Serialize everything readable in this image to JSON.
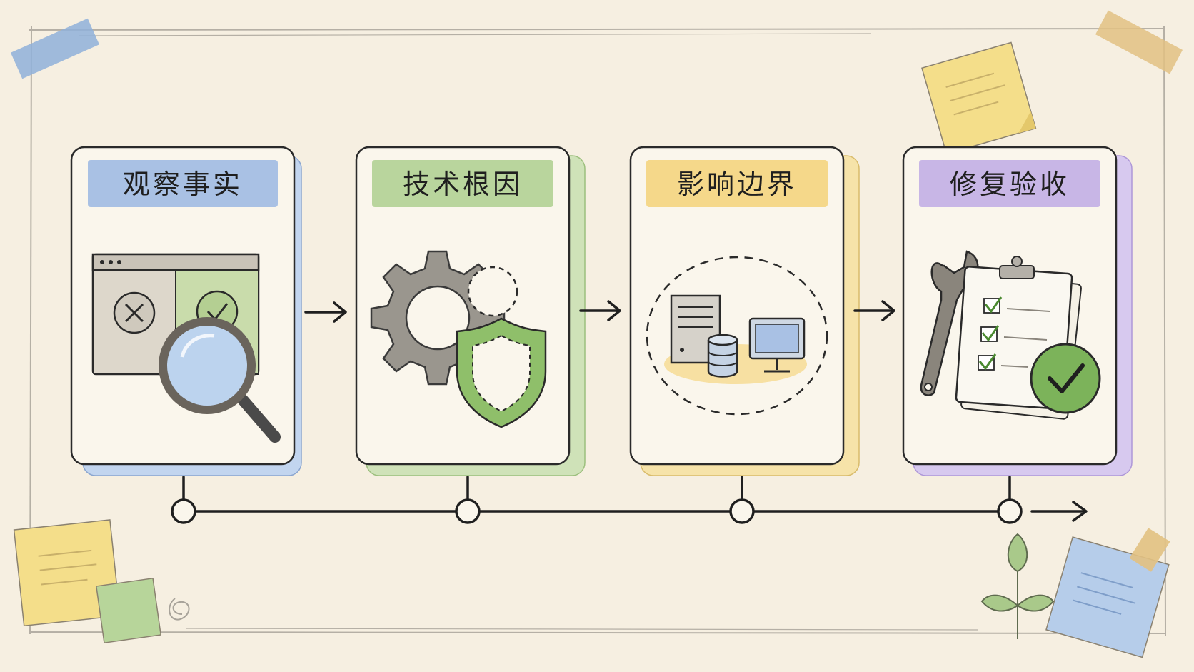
{
  "steps": [
    {
      "label": "观察事实",
      "color": "#a9c1e4",
      "shadow": "#c2d5ef",
      "icon": "magnifier-icon"
    },
    {
      "label": "技术根因",
      "color": "#b9d59d",
      "shadow": "#cfe2b8",
      "icon": "gear-shield-icon"
    },
    {
      "label": "影响边界",
      "color": "#f5d88a",
      "shadow": "#f6e3a9",
      "icon": "server-boundary-icon"
    },
    {
      "label": "修复验收",
      "color": "#c8b6e6",
      "shadow": "#d7c9ef",
      "icon": "wrench-checklist-icon"
    }
  ],
  "colors": {
    "background": "#f6efe1",
    "ink": "#1f1f1f",
    "gray": "#7d7a74",
    "green": "#7cb35a",
    "yellow_note": "#f4de8a",
    "blue_note": "#b6cdea",
    "green_note": "#b7d59a"
  }
}
